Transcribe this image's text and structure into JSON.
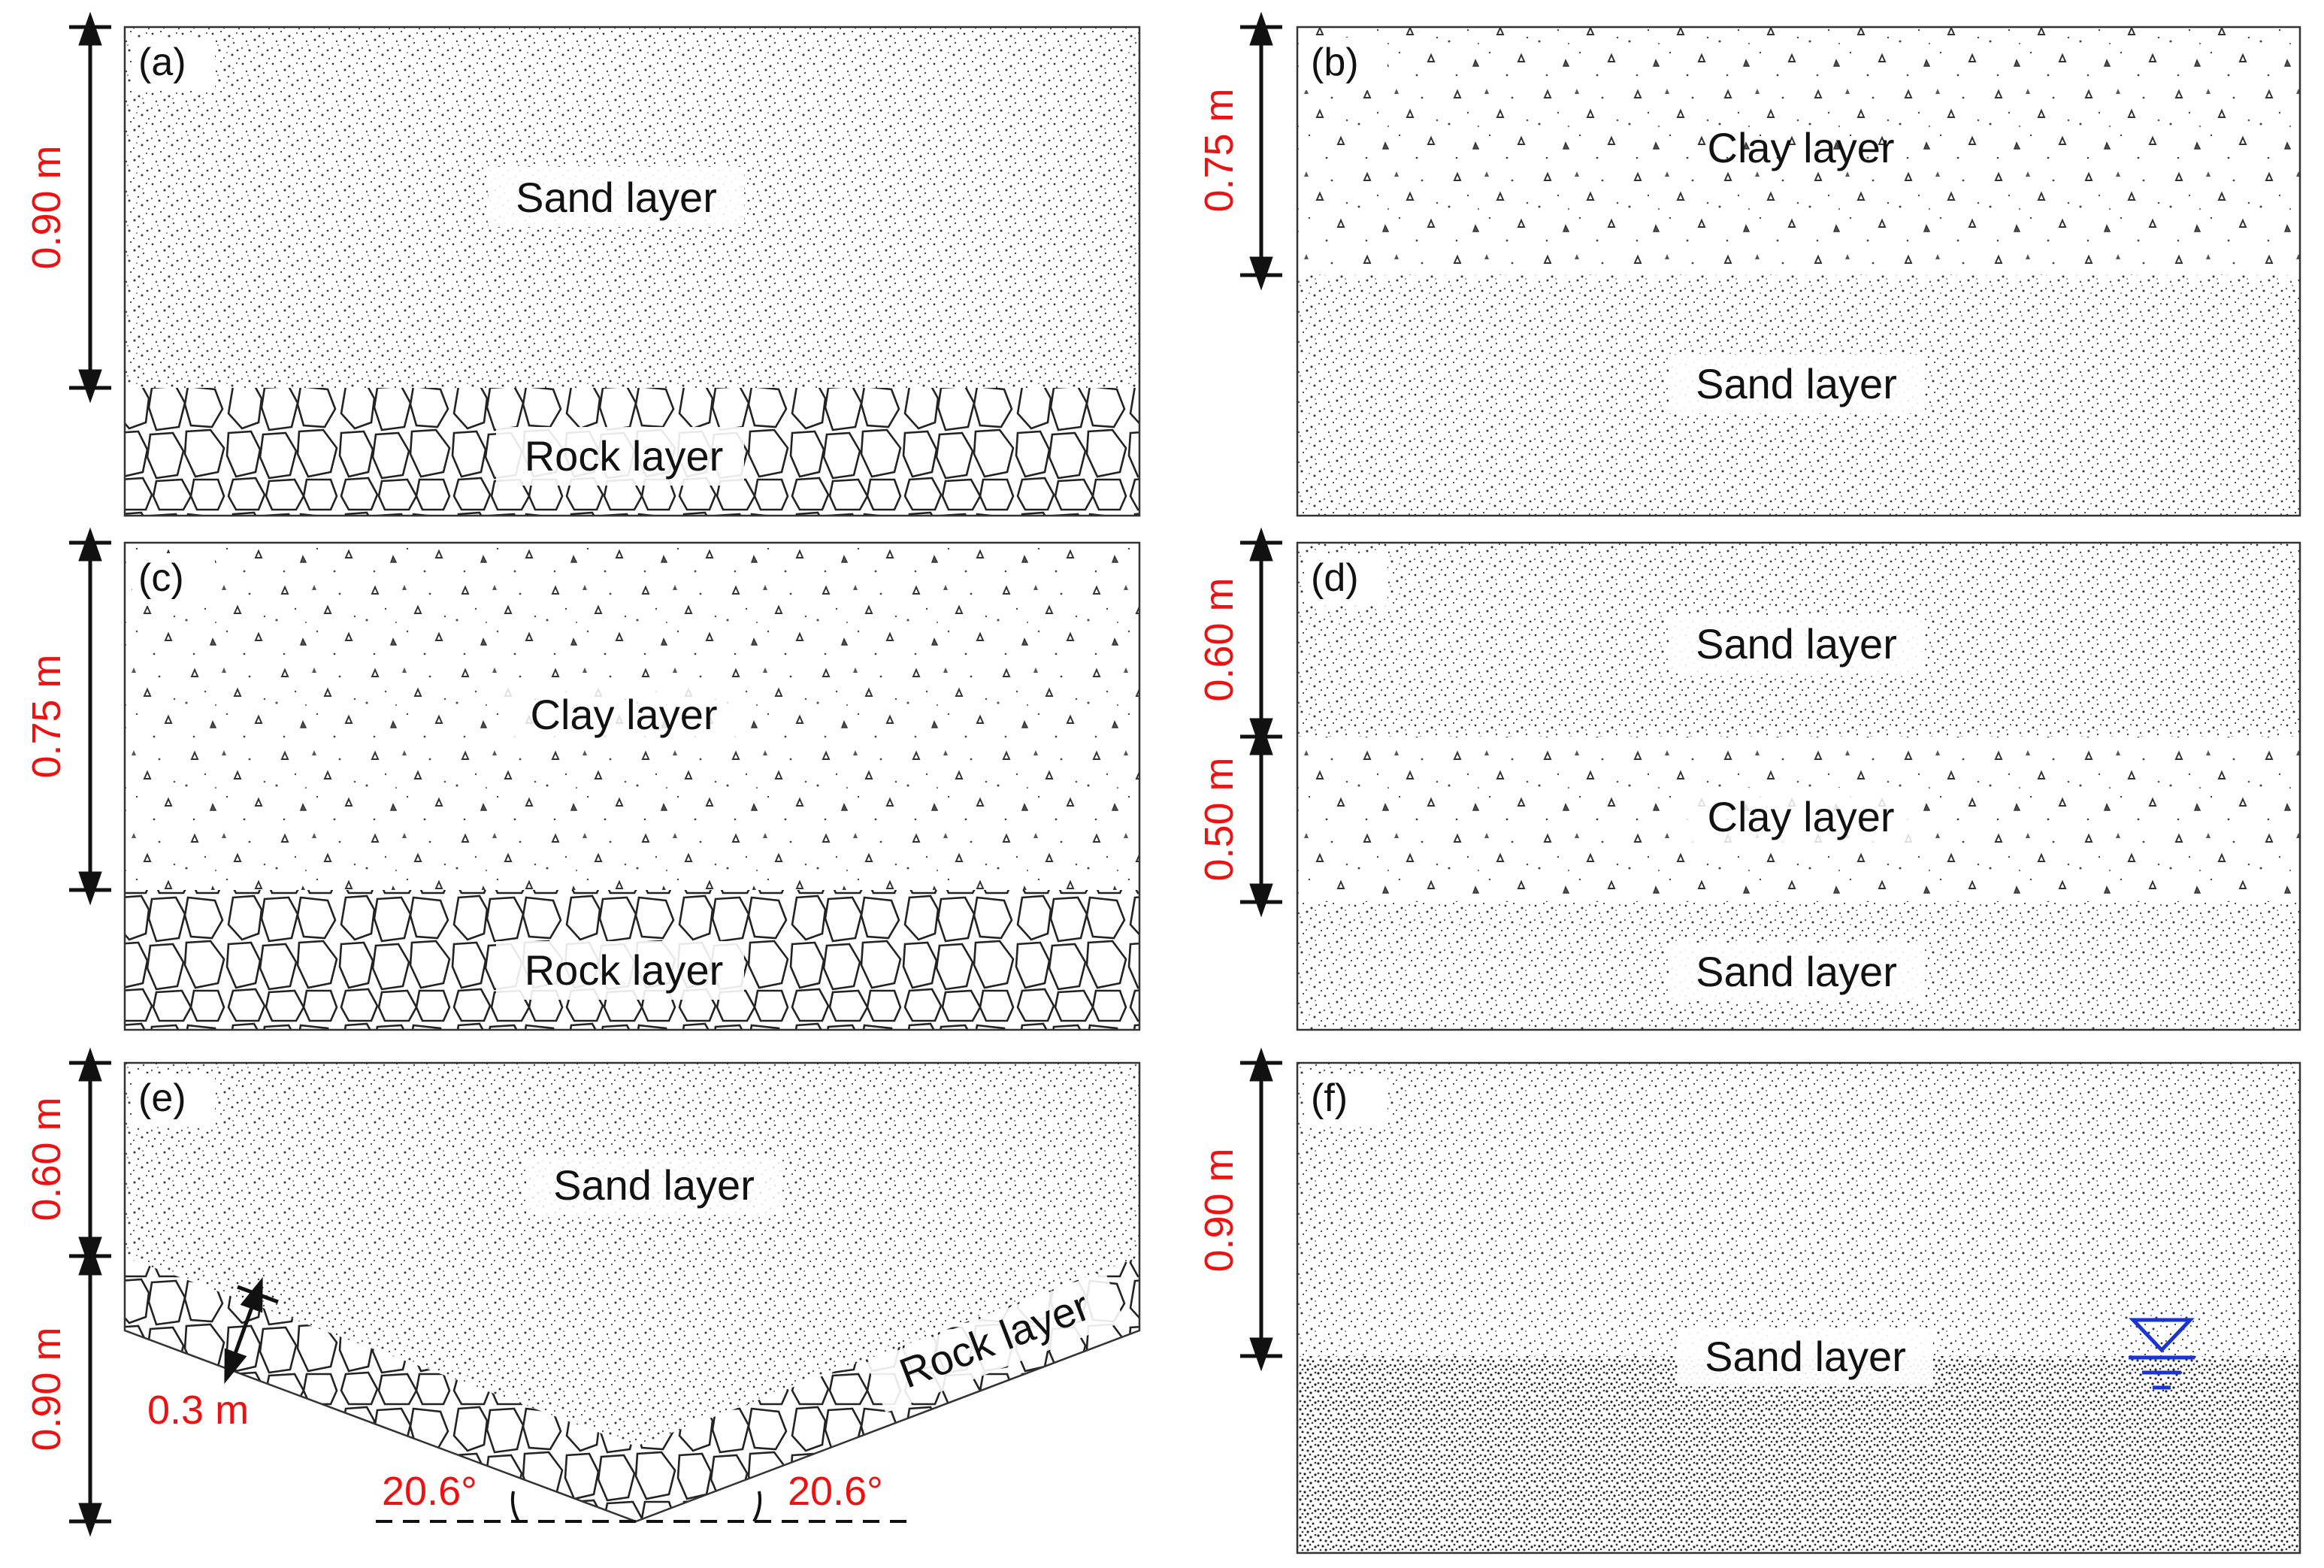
{
  "panels": {
    "a": {
      "tag": "(a)",
      "dim": "0.90 m",
      "layers": [
        "Sand layer",
        "Rock layer"
      ]
    },
    "b": {
      "tag": "(b)",
      "dim": "0.75 m",
      "layers": [
        "Clay layer",
        "Sand layer"
      ]
    },
    "c": {
      "tag": "(c)",
      "dim": "0.75 m",
      "layers": [
        "Clay layer",
        "Rock layer"
      ]
    },
    "d": {
      "tag": "(d)",
      "dims": [
        "0.60 m",
        "0.50 m"
      ],
      "layers": [
        "Sand layer",
        "Clay layer",
        "Sand layer"
      ]
    },
    "e": {
      "tag": "(e)",
      "dims": [
        "0.60 m",
        "0.90 m"
      ],
      "layers": [
        "Sand layer",
        "Rock layer"
      ],
      "thickness": "0.3 m",
      "angle_left": "20.6°",
      "angle_right": "20.6°"
    },
    "f": {
      "tag": "(f)",
      "dim": "0.90 m",
      "layers": [
        "Sand layer"
      ],
      "water_table_symbol": "water-table-icon"
    }
  },
  "colors": {
    "dimension_text": "#ee1111",
    "water_table": "#1a33d6",
    "outline": "#222222"
  }
}
